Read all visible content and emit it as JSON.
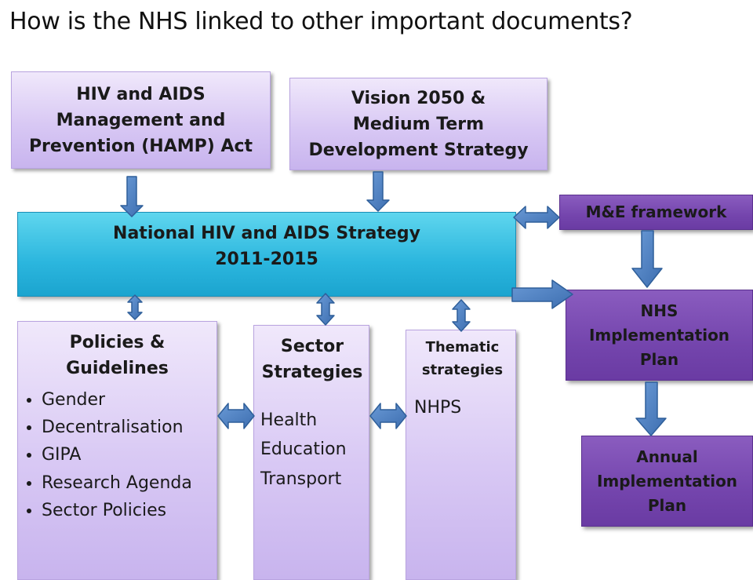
{
  "title": "How is the NHS linked to other important documents?",
  "hamp": {
    "line1": "HIV and AIDS",
    "line2": "Management and",
    "line3": "Prevention (HAMP) Act"
  },
  "vision": {
    "line1": "Vision 2050 &",
    "line2": "Medium Term",
    "line3": "Development Strategy"
  },
  "strategy": {
    "line1": "National HIV and AIDS Strategy",
    "line2": "2011-2015"
  },
  "me": {
    "label": "M&E framework"
  },
  "nhs_plan": {
    "line1": "NHS",
    "line2": "Implementation",
    "line3": "Plan"
  },
  "annual_plan": {
    "line1": "Annual",
    "line2": "Implementation",
    "line3": "Plan"
  },
  "policies": {
    "line1": "Policies &",
    "line2": "Guidelines",
    "items": [
      "Gender",
      "Decentralisation",
      "GIPA",
      "Research Agenda",
      "Sector Policies"
    ]
  },
  "sector": {
    "line1": "Sector",
    "line2": "Strategies",
    "items": [
      "Health",
      "Education",
      "Transport"
    ]
  },
  "thematic": {
    "line1": "Thematic",
    "line2": "strategies",
    "items": [
      "NHPS"
    ]
  },
  "colors": {
    "lavender": "#d8c8f4",
    "blue": "#2bb6de",
    "purple": "#7445ad",
    "arrow": "#4a7ebf"
  }
}
